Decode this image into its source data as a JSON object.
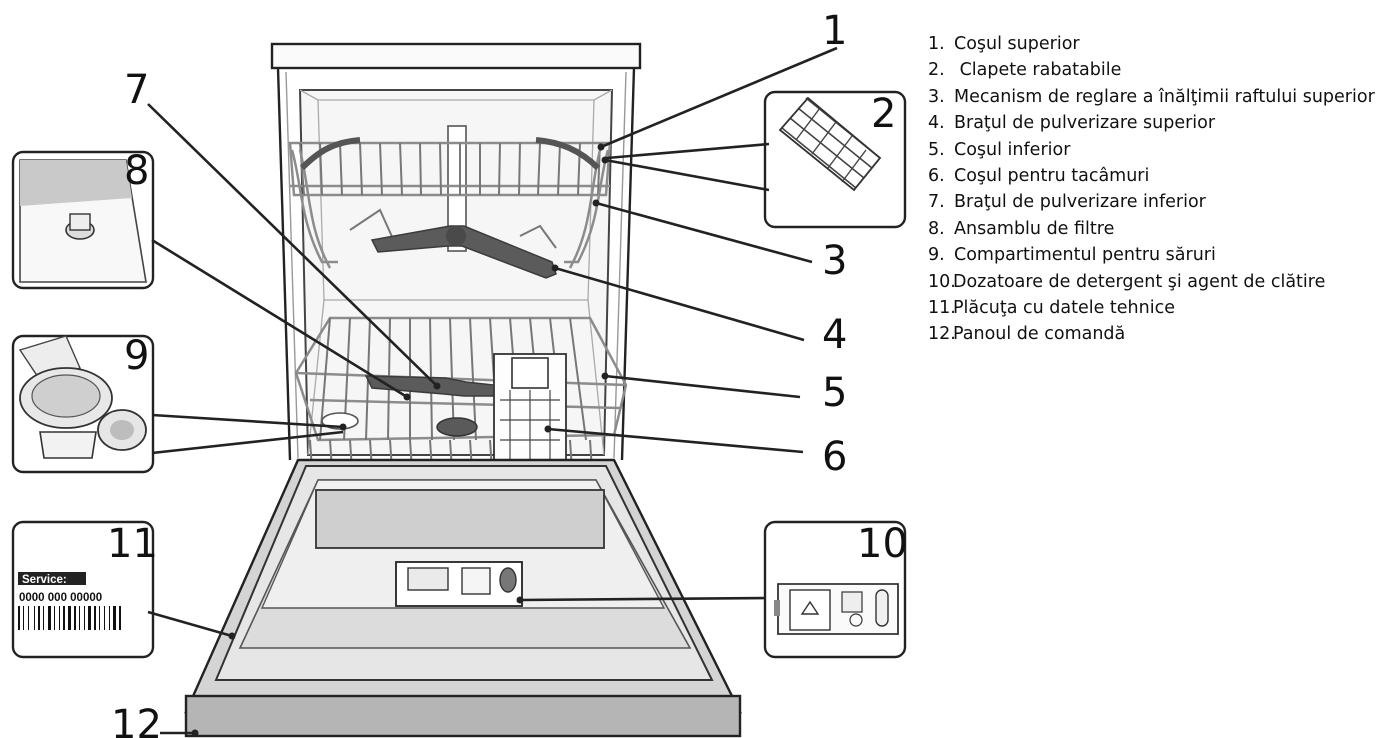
{
  "callouts": [
    "1",
    "2",
    "3",
    "4",
    "5",
    "6",
    "7",
    "8",
    "9",
    "10",
    "11",
    "12"
  ],
  "legend": [
    {
      "num": "1.",
      "text": "Coşul superior"
    },
    {
      "num": "2.",
      "text": " Clapete rabatabile"
    },
    {
      "num": "3.",
      "text": "Mecanism de reglare a înălţimii raftului superior"
    },
    {
      "num": "4.",
      "text": "Braţul de pulverizare superior"
    },
    {
      "num": "5.",
      "text": "Coşul inferior"
    },
    {
      "num": "6.",
      "text": "Coşul pentru tacâmuri"
    },
    {
      "num": "7.",
      "text": "Braţul de pulverizare inferior"
    },
    {
      "num": "8.",
      "text": "Ansamblu de filtre"
    },
    {
      "num": "9.",
      "text": "Compartimentul pentru săruri"
    },
    {
      "num": "10.",
      "text": "Dozatoare de detergent şi agent de clătire"
    },
    {
      "num": "11.",
      "text": "Plăcuţa cu datele tehnice"
    },
    {
      "num": "12.",
      "text": "Panoul de comandă"
    }
  ],
  "rating_plate": {
    "label": "Service:",
    "code": "0000 000 00000"
  },
  "colors": {
    "line": "#222222",
    "rack": "#8c8c8c",
    "arm": "#5b5b5b",
    "door": "#c8c8c8",
    "panel": "#b5b5b5"
  }
}
